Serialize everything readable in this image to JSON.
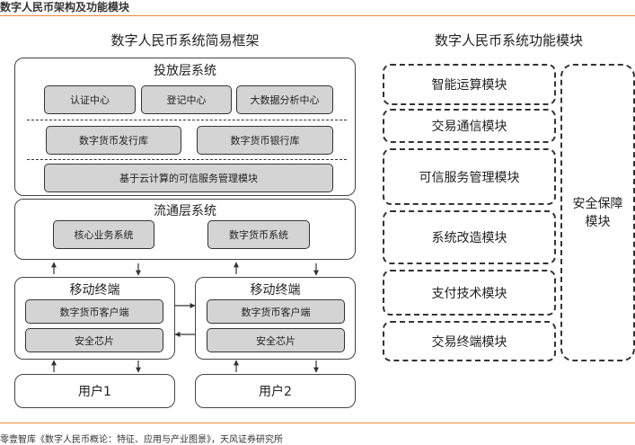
{
  "header": {
    "title": "数字人民币架构及功能模块"
  },
  "left": {
    "title": "数字人民币系统简易框架",
    "launch_layer": {
      "title": "投放层系统",
      "row1": [
        "认证中心",
        "登记中心",
        "大数据分析中心"
      ],
      "row2": [
        "数字货币发行库",
        "数字货币银行库"
      ],
      "row3": [
        "基于云计算的可信服务管理模块"
      ]
    },
    "circulation_layer": {
      "title": "流通层系统",
      "items": [
        "核心业务系统",
        "数字货币系统"
      ]
    },
    "terminals": [
      {
        "title": "移动终端",
        "client": "数字货币客户端",
        "chip": "安全芯片"
      },
      {
        "title": "移动终端",
        "client": "数字货币客户端",
        "chip": "安全芯片"
      }
    ],
    "users": [
      "用户1",
      "用户2"
    ]
  },
  "right": {
    "title": "数字人民币系统功能模块",
    "modules": [
      "智能运算模块",
      "交易通信模块",
      "可信服务管理模块",
      "系统改造模块",
      "支付技术模块",
      "交易终端模块"
    ],
    "security": {
      "line1": "安全保障",
      "line2": "模块"
    }
  },
  "footer": {
    "source": "零壹智库《数字人民币概论：特征、应用与产业图景》，天风证券研究所"
  },
  "colors": {
    "accent_rule": "#e98b3a",
    "box_fill": "#d4d4d4",
    "stroke": "#333333"
  }
}
